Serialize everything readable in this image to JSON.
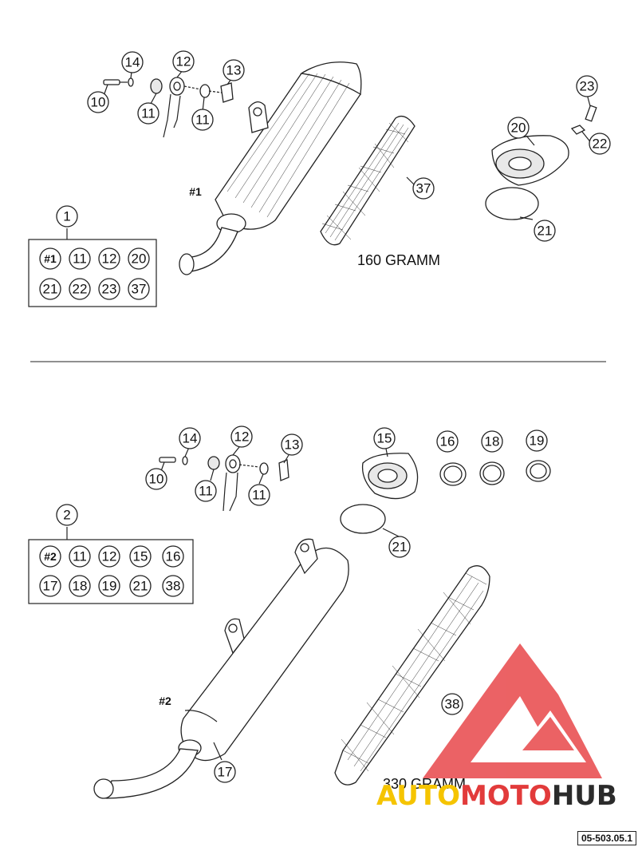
{
  "diagram": {
    "top_assembly": {
      "muffler_label": "#1",
      "kit_number": "1",
      "kit_contents": [
        "#1",
        "11",
        "12",
        "20",
        "21",
        "22",
        "23",
        "37"
      ],
      "packing_number": "37",
      "packing_weight": "160 GRAMM",
      "callouts": {
        "c14": "14",
        "c12": "12",
        "c13": "13",
        "c10": "10",
        "c11a": "11",
        "c11b": "11",
        "c23": "23",
        "c20": "20",
        "c22": "22",
        "c21": "21"
      }
    },
    "bottom_assembly": {
      "muffler_label": "#2",
      "kit_number": "2",
      "kit_contents": [
        "#2",
        "11",
        "12",
        "15",
        "16",
        "17",
        "18",
        "19",
        "21",
        "38"
      ],
      "packing_number": "38",
      "packing_weight": "330 GRAMM",
      "callouts": {
        "c14": "14",
        "c12": "12",
        "c13": "13",
        "c10": "10",
        "c11a": "11",
        "c11b": "11",
        "c15": "15",
        "c16": "16",
        "c18": "18",
        "c19": "19",
        "c21": "21",
        "c17": "17"
      }
    },
    "document_id": "05-503.05.1"
  },
  "watermark": {
    "text_auto": "AUTO",
    "text_moto": "MOTO",
    "text_hub": "HUB",
    "colors": {
      "auto": "#f5c400",
      "moto": "#e23b3b",
      "hub": "#2b2b2b",
      "logo": "#e8474a"
    }
  }
}
